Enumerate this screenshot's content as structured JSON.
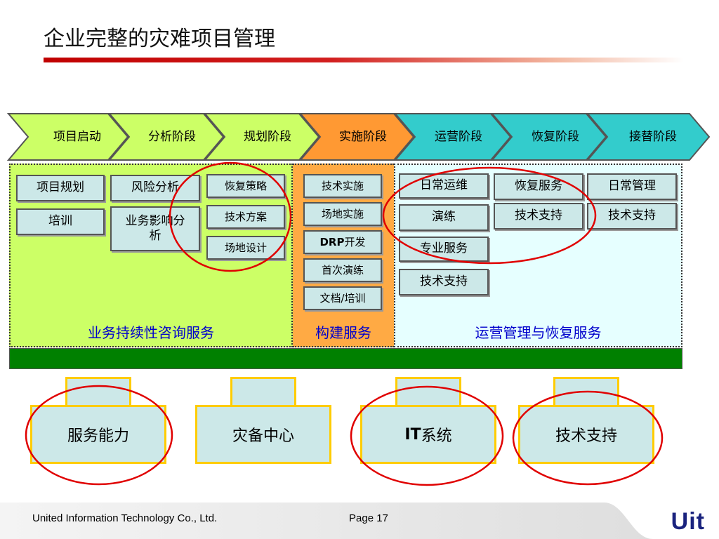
{
  "title": "企业完整的灾难项目管理",
  "phases": [
    "项目启动",
    "分析阶段",
    "规划阶段",
    "实施阶段",
    "运营阶段",
    "恢复阶段",
    "接替阶段"
  ],
  "colors": {
    "phase_green": "#ccff66",
    "phase_orange": "#ff9933",
    "phase_cyan": "#33cccc",
    "ground_bar": "#008000",
    "circle": "#e00000",
    "label_blue": "#0000cc"
  },
  "boxes": {
    "xiang_mu_gui_hua": "项目规划",
    "pei_xun": "培训",
    "feng_xian_fen_xi": "风险分析",
    "ye_wu_ying_xiang_fen_xi": "业务影响分析",
    "hui_fu_ce_lue": "恢复策略",
    "ji_shu_fang_an": "技术方案",
    "chang_di_she_ji": "场地设计",
    "ji_shu_shi_shi": "技术实施",
    "chang_di_shi_shi": "场地实施",
    "drp_prefix": "DRP",
    "drp_suffix": "开发",
    "shou_ci_yan_lian": "首次演练",
    "wen_dang_pei_xun": "文档/培训",
    "ri_chang_yun_wei": "日常运维",
    "yan_lian": "演练",
    "zhuan_ye_fu_wu": "专业服务",
    "ji_shu_zhi_chi_1": "技术支持",
    "hui_fu_fu_wu": "恢复服务",
    "ji_shu_zhi_chi_2": "技术支持",
    "ri_chang_guan_li": "日常管理",
    "ji_shu_zhi_chi_3": "技术支持"
  },
  "zone_labels": {
    "green": "业务持续性咨询服务",
    "orange": "构建服务",
    "cyan": "运营管理与恢复服务"
  },
  "pillars": {
    "p1": "服务能力",
    "p2": "灾备中心",
    "p3_prefix": "IT",
    "p3_suffix": "系统",
    "p4": "技术支持"
  },
  "footer": {
    "company": "United Information Technology Co., Ltd.",
    "page": "Page 17",
    "logo": "Uit"
  }
}
